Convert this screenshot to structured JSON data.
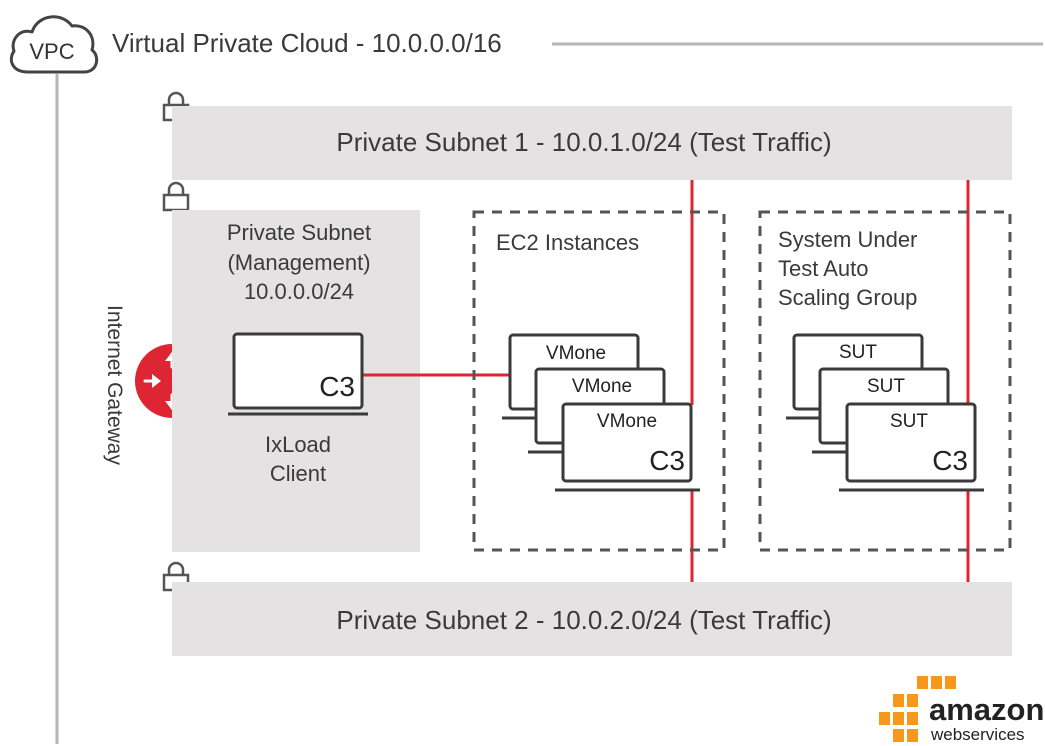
{
  "vpc": {
    "badge": "VPC",
    "title": "Virtual Private Cloud - 10.0.0.0/16"
  },
  "gateway": {
    "label": "Internet Gateway"
  },
  "subnets": {
    "test1": "Private Subnet 1 - 10.0.1.0/24 (Test Traffic)",
    "test2": "Private Subnet 2 - 10.0.2.0/24 (Test Traffic)",
    "management": {
      "line1": "Private Subnet",
      "line2": "(Management)",
      "line3": "10.0.0.0/24"
    }
  },
  "client": {
    "screen_label": "C3",
    "line1": "IxLoad",
    "line2": "Client"
  },
  "ec2_group": {
    "title": "EC2 Instances",
    "instance_label": "VMone",
    "screen_label": "C3"
  },
  "sut_group": {
    "line1": "System Under",
    "line2": "Test Auto",
    "line3": "Scaling Group",
    "instance_label": "SUT",
    "screen_label": "C3"
  },
  "logo": {
    "word": "amazon",
    "sub": "webservices"
  },
  "colors": {
    "subnet_fill": "#e4e2e3",
    "link_red": "#dd2533",
    "line_gray": "#b5b5b5",
    "dash_gray": "#555555",
    "aws_orange": "#f7981d"
  }
}
